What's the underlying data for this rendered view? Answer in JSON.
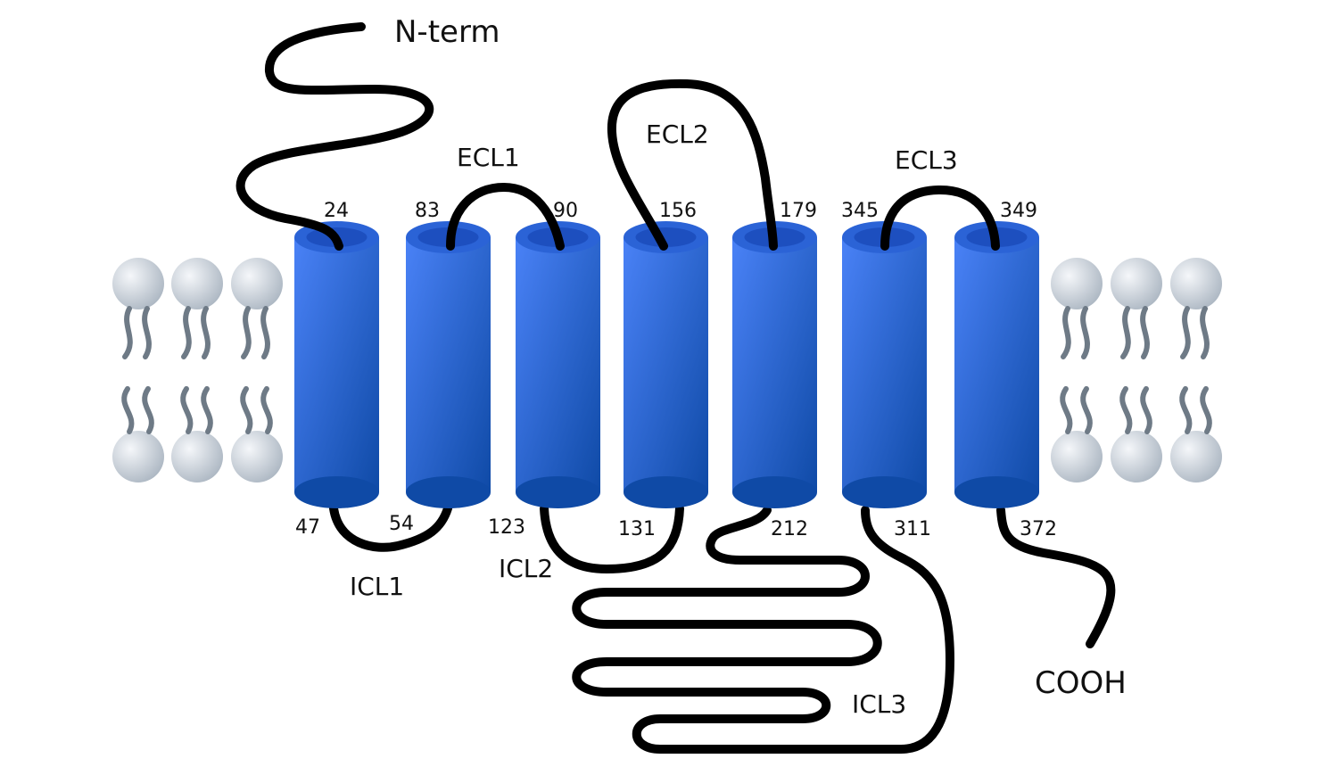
{
  "labels": {
    "n_term": "N-term",
    "cooh": "COOH",
    "ecl1": "ECL1",
    "ecl2": "ECL2",
    "ecl3": "ECL3",
    "icl1": "ICL1",
    "icl2": "ICL2",
    "icl3": "ICL3"
  },
  "residues_top": [
    "24",
    "83",
    "90",
    "156",
    "179",
    "345",
    "349"
  ],
  "residues_bottom": [
    "47",
    "54",
    "123",
    "131",
    "212",
    "311",
    "372"
  ],
  "colors": {
    "helix_light": "#4a82f7",
    "helix_dark": "#0f4aa6",
    "helix_top": "#2b63d6",
    "helix_rim": "#1d4fbf",
    "chain": "#000000",
    "lipid_head": "#c8d0d8",
    "lipid_tail": "#6e7a86"
  }
}
